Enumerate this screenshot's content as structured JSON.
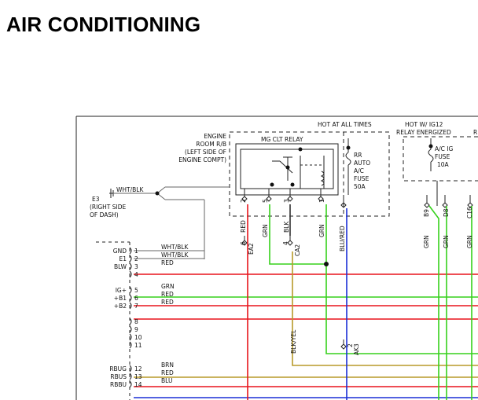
{
  "page": {
    "title": "AIR CONDITIONING"
  },
  "labels": {
    "hot_at_all_times": "HOT AT ALL TIMES",
    "hot_w_ig12_1": "HOT W/ IG12",
    "hot_w_ig12_2": "RELAY ENERGIZED",
    "cut_r": "R",
    "engine_rb_1": "ENGINE",
    "engine_rb_2": "ROOM R/B",
    "engine_rb_3": "(LEFT SIDE OF",
    "engine_rb_4": "ENGINE COMPT)",
    "mg_clt_relay": "MG CLT RELAY",
    "rr_auto_fuse_1": "RR",
    "rr_auto_fuse_2": "AUTO",
    "rr_auto_fuse_3": "A/C",
    "rr_auto_fuse_4": "FUSE",
    "rr_auto_fuse_5": "50A",
    "ac_ig_fuse_1": "A/C IG",
    "ac_ig_fuse_2": "FUSE",
    "ac_ig_fuse_3": "10A",
    "e3_ground_1": "E3",
    "e3_ground_wire": "WHT/BLK",
    "e3_ground_2": "(RIGHT SIDE",
    "e3_ground_3": "OF DASH)",
    "relay_pin_2": "2",
    "relay_pin_5": "5",
    "relay_pin_3": "3",
    "relay_pin_1": "1",
    "wire_red_v": "RED",
    "wire_grn_v1": "GRN",
    "wire_blk_v": "BLK",
    "wire_grn_v2": "GRN",
    "wire_blured_v": "BLU/RED",
    "conn_6": "6",
    "conn_ea2": "EA2",
    "conn_4": "4",
    "conn_ca2": "CA2",
    "conn_b9": "B9",
    "conn_d8": "D8",
    "conn_c16": "C16",
    "wire_grn_r1": "GRN",
    "wire_grn_r2": "GRN",
    "wire_grn_r3": "GRN",
    "wire_blkyel": "BLK/YEL",
    "splice_2": "2",
    "splice_ak3": "AK3"
  },
  "module_pins": [
    {
      "name": "GND",
      "num": "1",
      "wire": "WHT/BLK"
    },
    {
      "name": "E1",
      "num": "2",
      "wire": "WHT/BLK"
    },
    {
      "name": "BLW",
      "num": "3",
      "wire": "RED"
    },
    {
      "name": "",
      "num": "4",
      "wire": ""
    },
    {
      "name": "IG+",
      "num": "5",
      "wire": "GRN"
    },
    {
      "name": "+B1",
      "num": "6",
      "wire": "RED"
    },
    {
      "name": "+B2",
      "num": "7",
      "wire": "RED"
    },
    {
      "name": "",
      "num": "8",
      "wire": ""
    },
    {
      "name": "",
      "num": "9",
      "wire": ""
    },
    {
      "name": "",
      "num": "10",
      "wire": ""
    },
    {
      "name": "",
      "num": "11",
      "wire": ""
    },
    {
      "name": "RBUG",
      "num": "12",
      "wire": "BRN"
    },
    {
      "name": "RBUS",
      "num": "13",
      "wire": "RED"
    },
    {
      "name": "RBBU",
      "num": "14",
      "wire": "BLU"
    }
  ],
  "colors": {
    "wire_red": "#e8141b",
    "wire_green": "#36d11c",
    "wire_blue": "#1a2fd6",
    "wire_brown": "#b89a2a",
    "wire_black": "#333333",
    "wire_gray": "#666666"
  }
}
